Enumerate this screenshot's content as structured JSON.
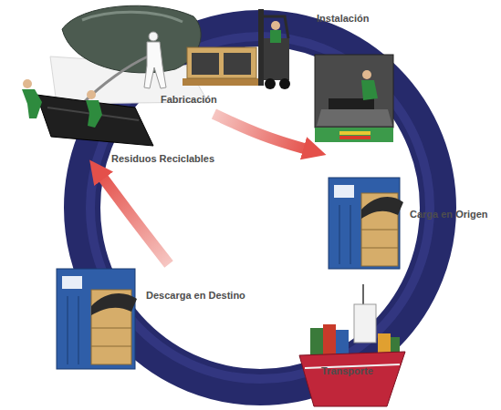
{
  "diagram": {
    "nodes": [
      {
        "text": [
          "Fabricación"
        ]
      },
      {
        "text": [
          "Instalación"
        ]
      },
      {
        "text": [
          "Carga en Origen"
        ]
      },
      {
        "text": [
          "Transporte"
        ]
      },
      {
        "text": [
          "Descarga en Destino"
        ]
      },
      {
        "text": [
          "Residuos Reciclables"
        ]
      }
    ],
    "edges": [
      {
        "from": 0,
        "to": 1,
        "arrow": "to"
      },
      {
        "from": 4,
        "to": 5,
        "arrow": "to"
      }
    ]
  }
}
